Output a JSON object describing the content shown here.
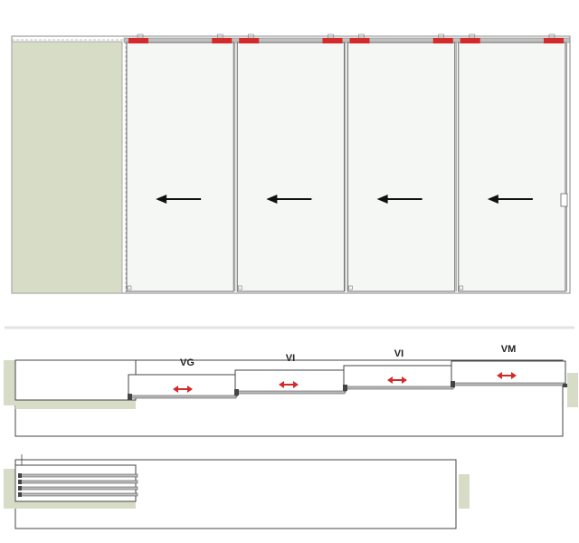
{
  "colors": {
    "wall": "#d6dcc6",
    "glass": "#f5f7f5",
    "frame": "#6a6a6a",
    "track_clip": "#d42a2a",
    "arrow": "#111111",
    "double_arrow": "#d42a2a",
    "separator": "#e3e3e3"
  },
  "elevation": {
    "panel_count": 4,
    "arrow_direction": "left",
    "handle": true
  },
  "plan_open": {
    "panels": [
      {
        "label": "VG",
        "icon": "double-arrow-icon"
      },
      {
        "label": "VI",
        "icon": "double-arrow-icon"
      },
      {
        "label": "VI",
        "icon": "double-arrow-icon"
      },
      {
        "label": "VM",
        "icon": "double-arrow-icon"
      }
    ]
  },
  "plan_stacked": {
    "stacked_panel_count": 4
  }
}
